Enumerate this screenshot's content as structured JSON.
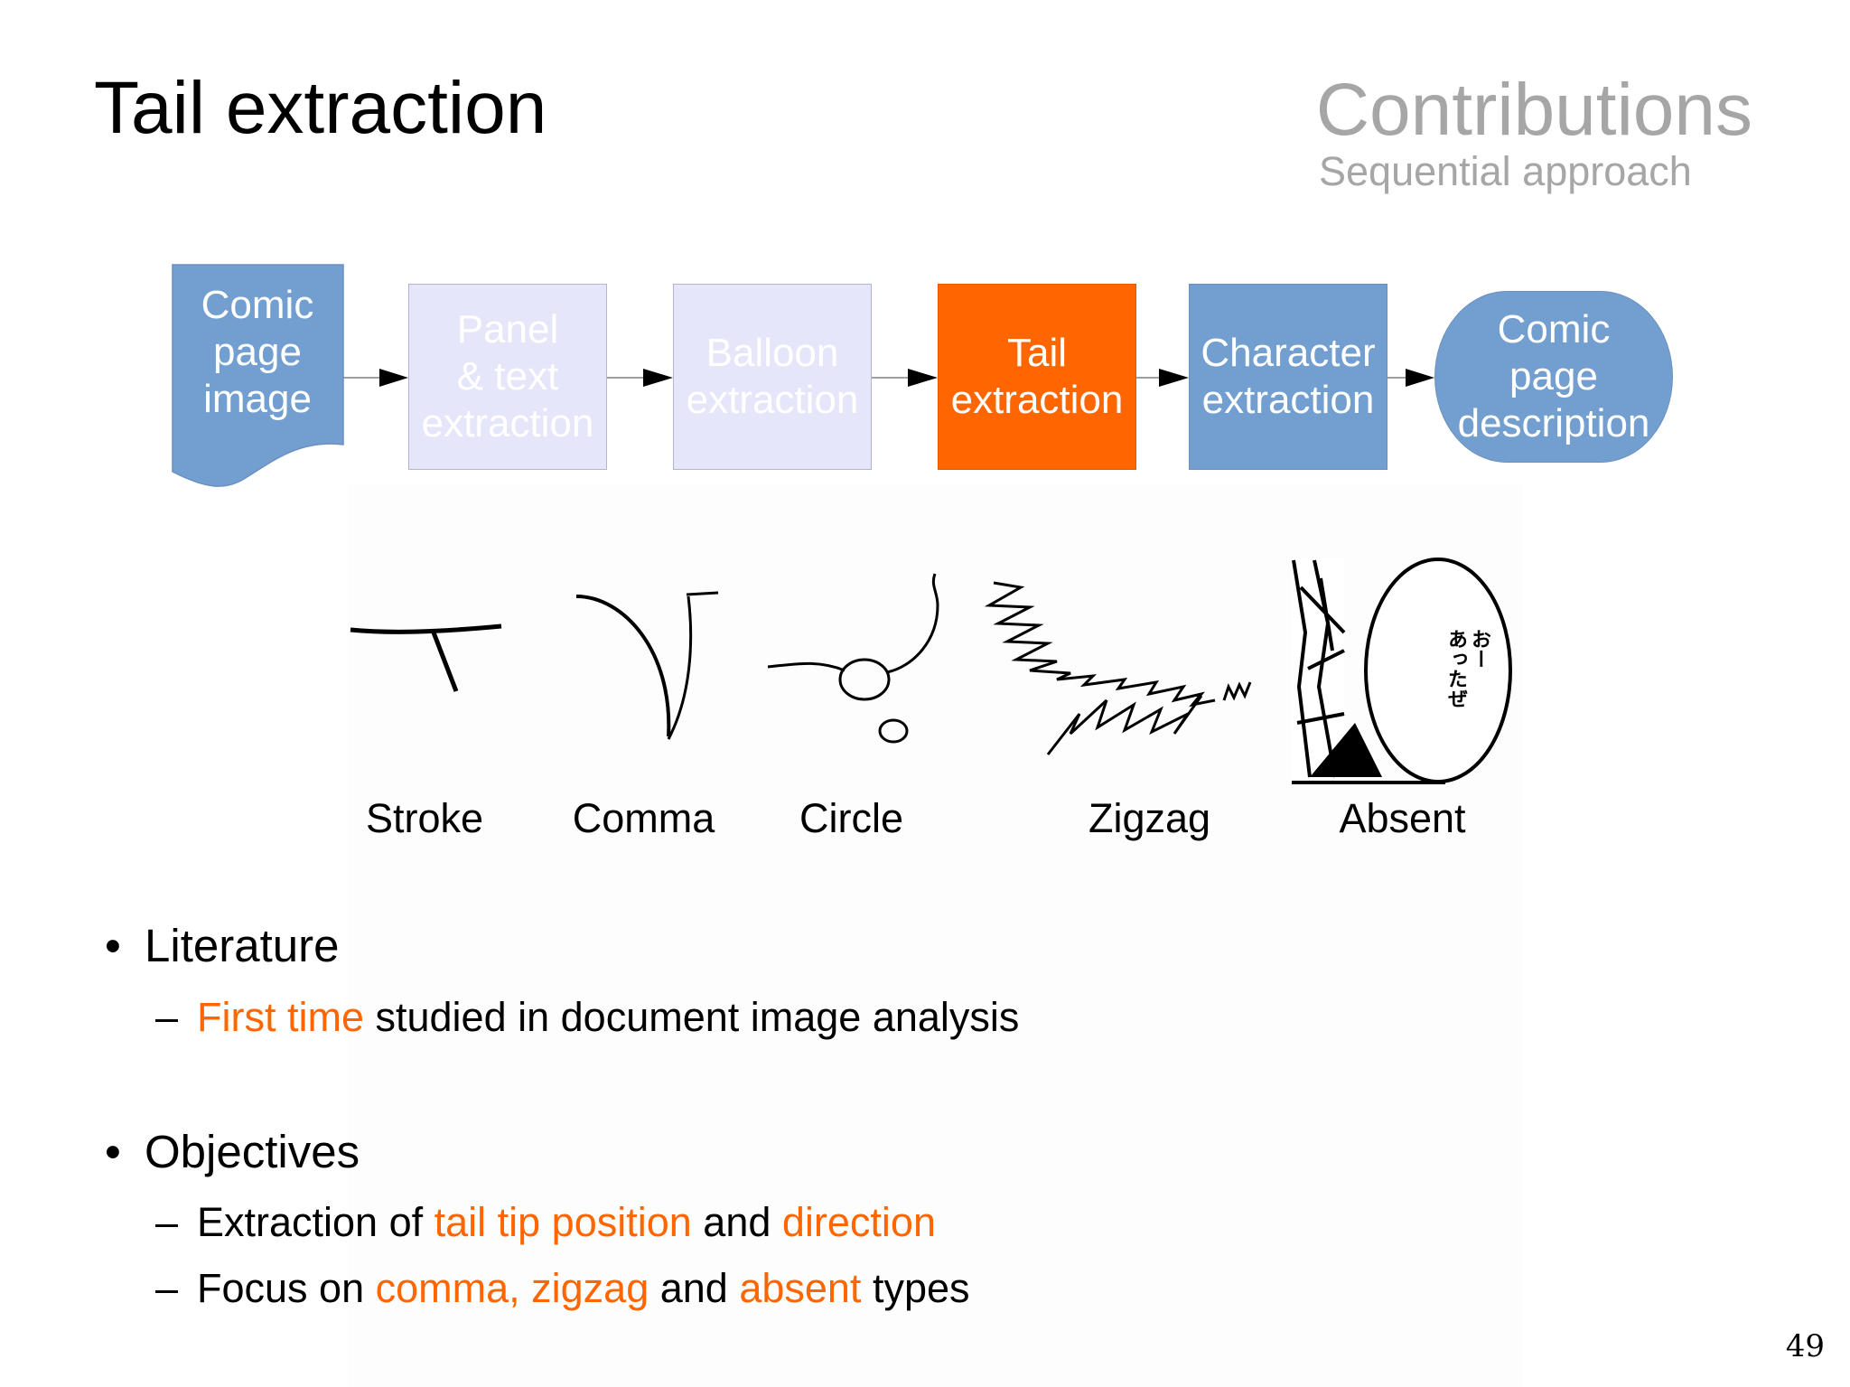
{
  "header": {
    "title": "Tail extraction",
    "section": "Contributions",
    "subsection": "Sequential approach"
  },
  "pipeline": {
    "steps": [
      {
        "lines": [
          "Comic",
          "page",
          "image"
        ],
        "state": "input"
      },
      {
        "lines": [
          "Panel",
          "& text",
          "extraction"
        ],
        "state": "inactive"
      },
      {
        "lines": [
          "Balloon",
          "extraction"
        ],
        "state": "inactive"
      },
      {
        "lines": [
          "Tail",
          "extraction"
        ],
        "state": "active"
      },
      {
        "lines": [
          "Character",
          "extraction"
        ],
        "state": "done"
      },
      {
        "lines": [
          "Comic",
          "page",
          "description"
        ],
        "state": "output"
      }
    ]
  },
  "tail_types": {
    "labels": [
      "Stroke",
      "Comma",
      "Circle",
      "Zigzag",
      "Absent"
    ],
    "balloon_text": [
      "おー",
      "あったぜ"
    ]
  },
  "bullets": [
    {
      "title": "Literature",
      "subs": [
        {
          "parts": [
            {
              "text": "First time",
              "hl": true
            },
            {
              "text": " studied in document image analysis",
              "hl": false
            }
          ]
        }
      ]
    },
    {
      "title": "Objectives",
      "subs": [
        {
          "parts": [
            {
              "text": "Extraction of ",
              "hl": false
            },
            {
              "text": "tail tip position",
              "hl": true
            },
            {
              "text": " and ",
              "hl": false
            },
            {
              "text": "direction",
              "hl": true
            }
          ]
        },
        {
          "parts": [
            {
              "text": "Focus on ",
              "hl": false
            },
            {
              "text": "comma, zigzag",
              "hl": true
            },
            {
              "text": " and ",
              "hl": false
            },
            {
              "text": "absent",
              "hl": true
            },
            {
              "text": " types",
              "hl": false
            }
          ]
        }
      ]
    }
  ],
  "colors": {
    "accent": "#ff6600",
    "blue": "#729fcf",
    "inactive": "#e6e6fa",
    "muted": "#a6a6a6"
  },
  "page_number": "49"
}
